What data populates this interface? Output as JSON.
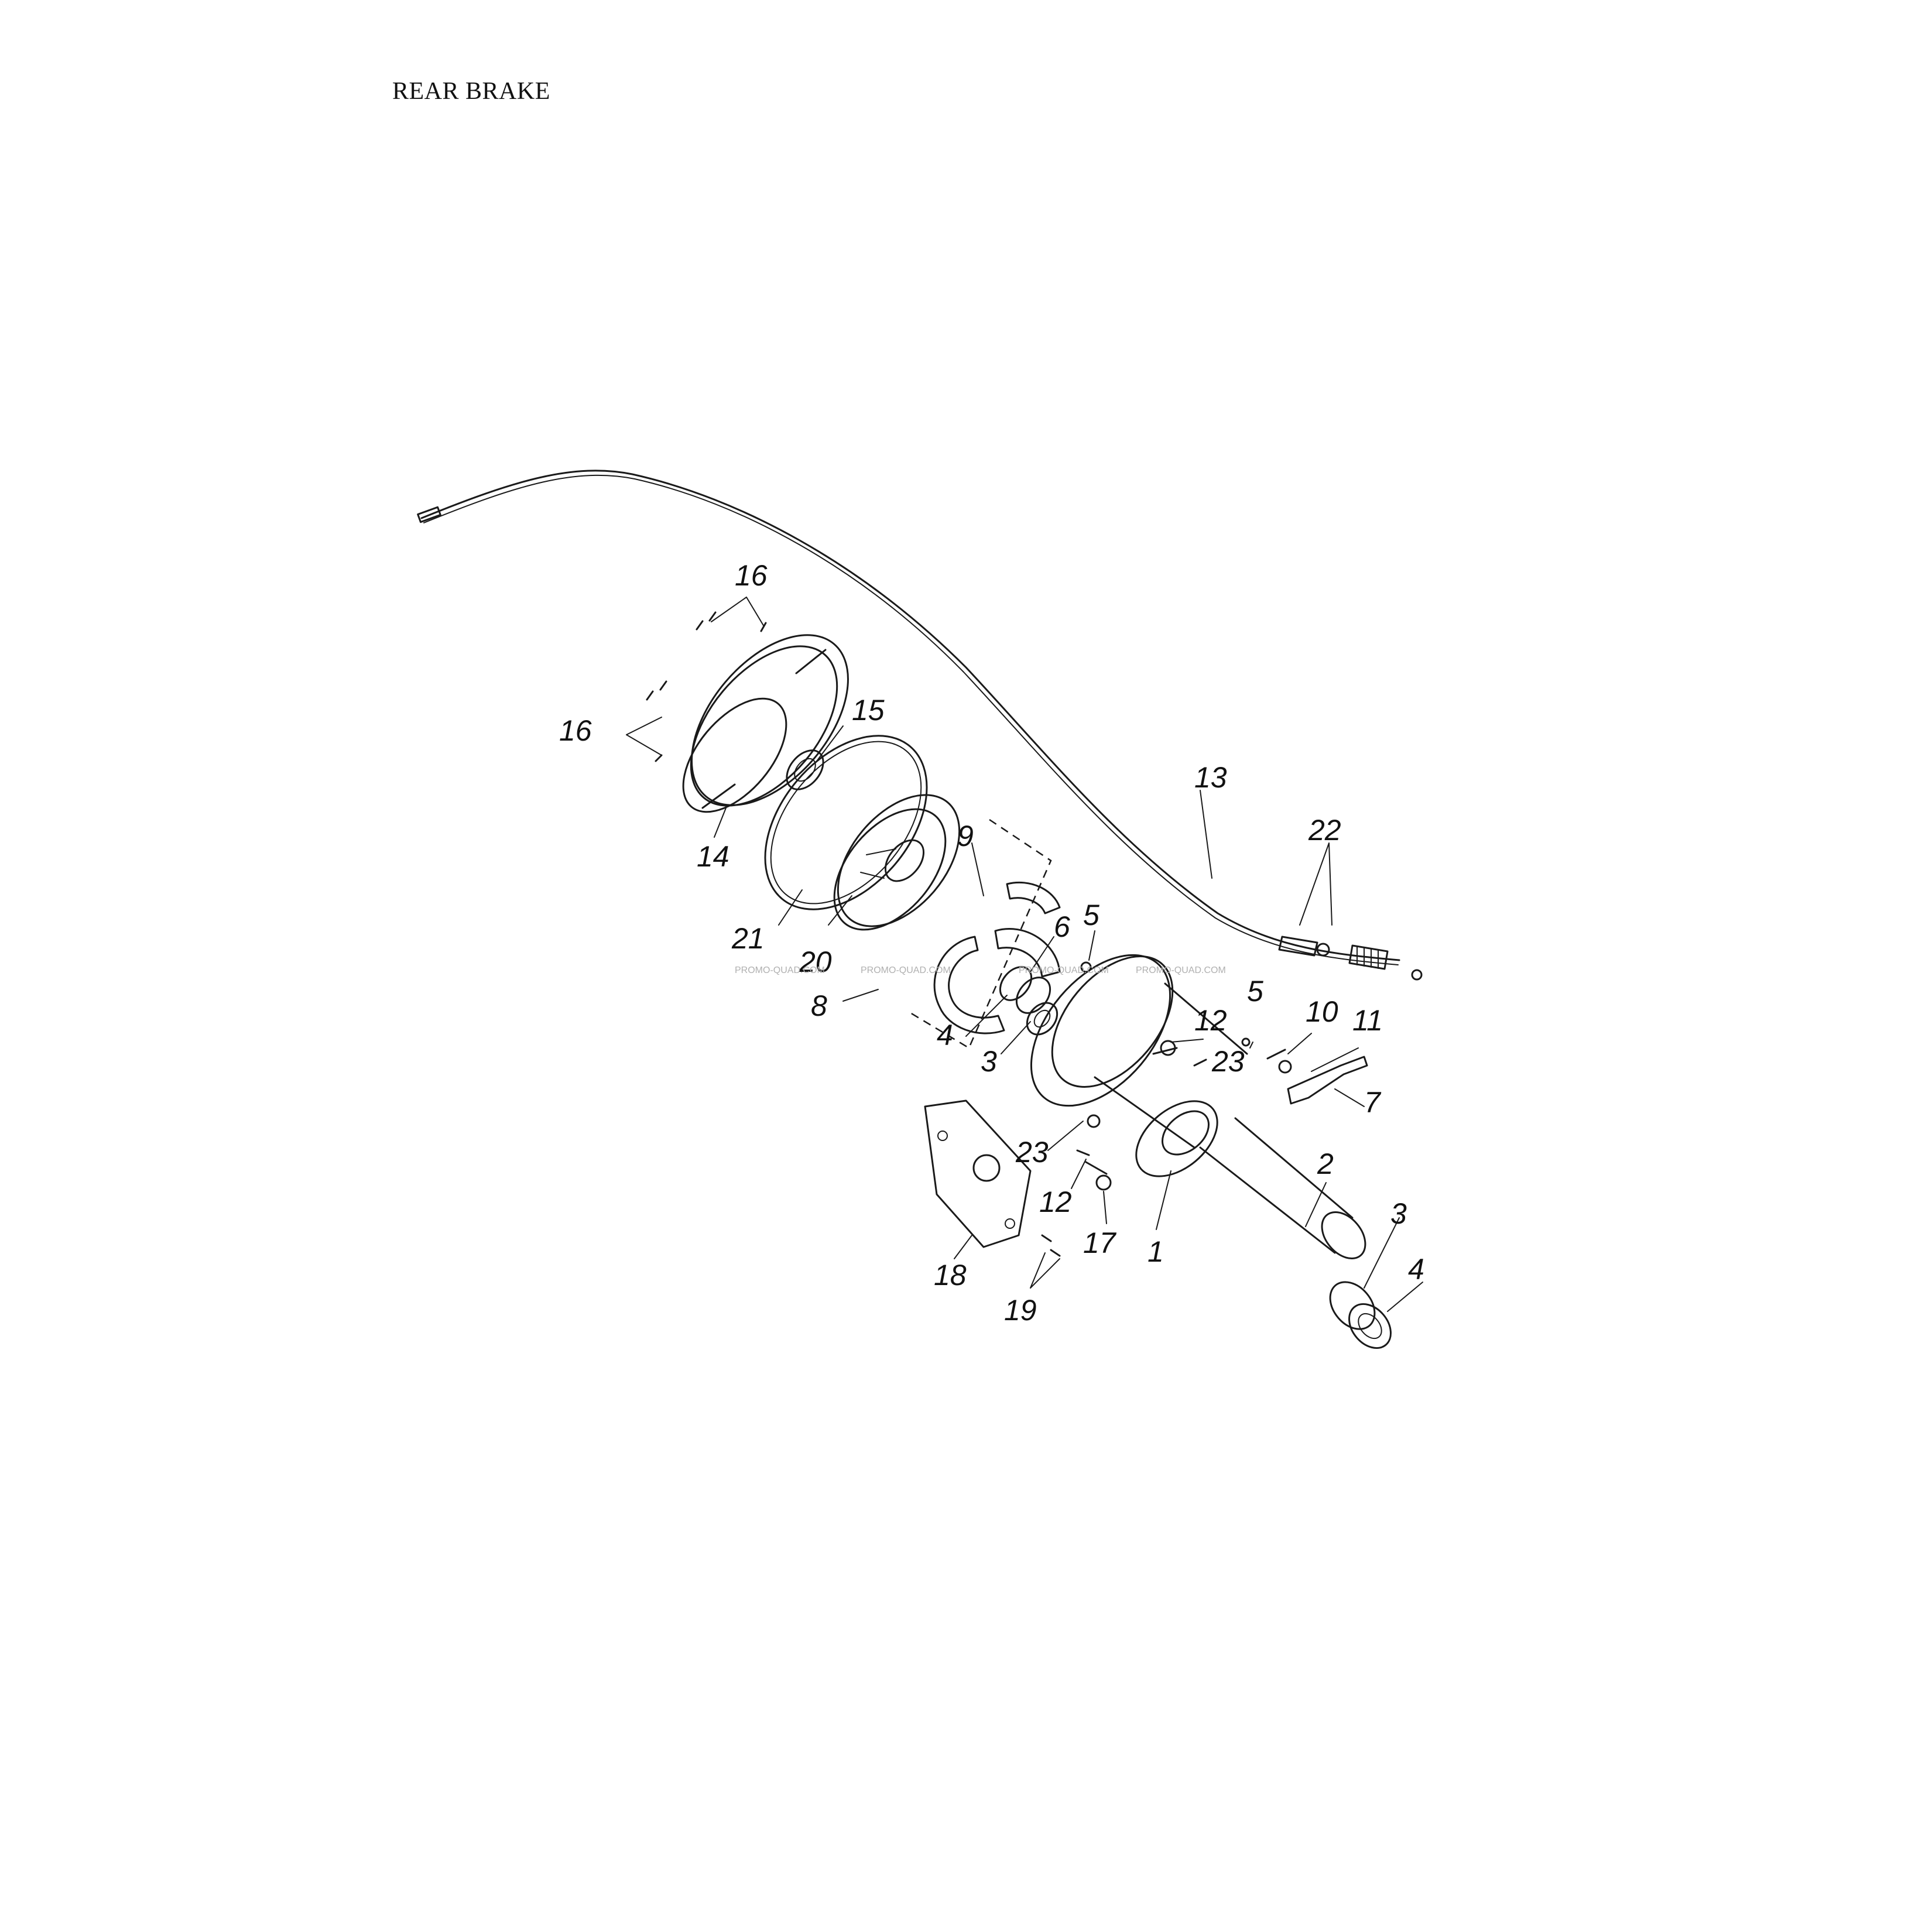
{
  "title": "REAR BRAKE",
  "watermark": "PROMO-QUAD.COM",
  "callouts": {
    "c1": "1",
    "c2": "2",
    "c3a": "3",
    "c3b": "3",
    "c4a": "4",
    "c4b": "4",
    "c5a": "5",
    "c5b": "5",
    "c6": "6",
    "c7": "7",
    "c8": "8",
    "c9": "9",
    "c10": "10",
    "c11": "11",
    "c12a": "12",
    "c12b": "12",
    "c13": "13",
    "c14": "14",
    "c15": "15",
    "c16a": "16",
    "c16b": "16",
    "c17": "17",
    "c18": "18",
    "c19": "19",
    "c20": "20",
    "c21": "21",
    "c22": "22",
    "c23a": "23",
    "c23b": "23"
  }
}
